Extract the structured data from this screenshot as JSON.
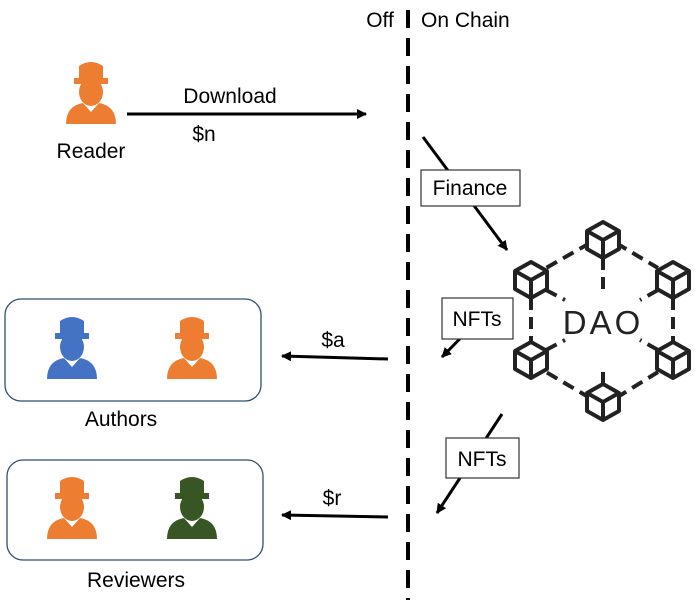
{
  "labels": {
    "off": "Off",
    "on_chain": "On Chain",
    "download": "Download",
    "reader": "Reader",
    "reader_payment": "$n",
    "finance": "Finance",
    "nfts_authors": "NFTs",
    "nfts_reviewers": "NFTs",
    "dao": "DAO",
    "authors_payment": "$a",
    "reviewers_payment": "$r",
    "authors": "Authors",
    "reviewers": "Reviewers"
  },
  "colors": {
    "orange": "#ed7d31",
    "blue": "#4472c4",
    "green": "#375623",
    "line": "#000000",
    "dao_icon": "#222222",
    "box_border": "#2f4f6f"
  },
  "icons": {
    "reader": "person-icon",
    "authors": [
      "person-icon",
      "person-icon"
    ],
    "reviewers": [
      "person-icon",
      "person-icon"
    ],
    "dao": "dao-network-icon"
  }
}
